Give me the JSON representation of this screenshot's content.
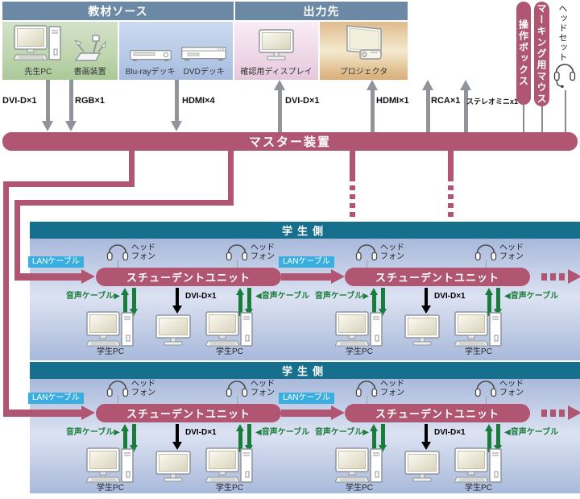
{
  "diagram": {
    "sources": {
      "header": "教材ソース",
      "items": [
        {
          "label": "先生PC",
          "icon": "desktop-pc-icon"
        },
        {
          "label": "書画装置",
          "icon": "document-camera-icon"
        },
        {
          "label": "Blu-rayデッキ",
          "icon": "bluray-player-icon"
        },
        {
          "label": "DVDデッキ",
          "icon": "dvd-player-icon"
        }
      ]
    },
    "outputs": {
      "header": "出力先",
      "items": [
        {
          "label": "確認用ディスプレイ",
          "icon": "monitor-icon"
        },
        {
          "label": "プロジェクタ",
          "icon": "projector-icon"
        }
      ]
    },
    "input_cables": [
      {
        "label": "DVI-D×1"
      },
      {
        "label": "RGB×1"
      },
      {
        "label": "HDMI×4"
      }
    ],
    "output_cables": [
      {
        "label": "DVI-D×1"
      },
      {
        "label": "HDMI×1"
      },
      {
        "label": "RCA×1"
      },
      {
        "label": "ステレオミニx1"
      }
    ],
    "master": {
      "label": "マスター装置"
    },
    "peripherals": [
      {
        "label": "操作ボックス"
      },
      {
        "label": "マーキング用マウス"
      },
      {
        "label": "ヘッドセット",
        "icon": "headset-icon"
      }
    ],
    "student": {
      "section_header": "学生側",
      "lan_label": "LANケーブル",
      "unit_label": "スチューデントユニット",
      "headphone_line1": "ヘッド",
      "headphone_line2": "フォン",
      "audio_label_left": "音声ケーブル▶",
      "audio_label_right": "◀音声ケーブル",
      "dvi_label": "DVI-D×1",
      "pc_label": "学生PC"
    },
    "colors": {
      "maroon": "#b15672",
      "teal": "#156f8d",
      "slate_blue": "#6b89a4",
      "lan_cyan": "#3aaede",
      "cable_green": "#187d3b"
    }
  }
}
